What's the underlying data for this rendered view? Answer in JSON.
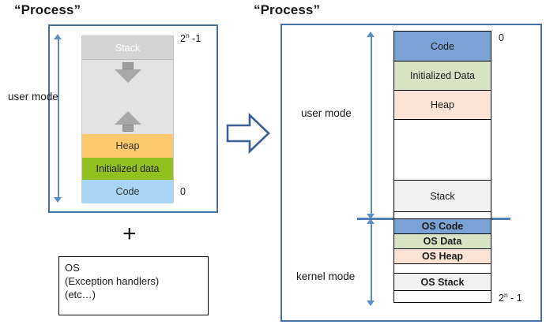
{
  "left": {
    "title": "“Process”",
    "mode_label": "user mode",
    "top_address": "2",
    "top_address_sup": "n",
    "top_address_suffix": " -1",
    "bottom_address": "0",
    "segments": [
      {
        "name": "Stack",
        "label": "Stack",
        "color": "#d4d4d4"
      },
      {
        "name": "gap",
        "label": "",
        "color": "#e3e3e3"
      },
      {
        "name": "Heap",
        "label": "Heap",
        "color": "#fbc86c"
      },
      {
        "name": "Initialized data",
        "label": "Initialized data",
        "color": "#92c01f"
      },
      {
        "name": "Code",
        "label": "Code",
        "color": "#a9d5f5"
      }
    ],
    "growth_arrows": [
      "stack-grows-down",
      "heap-grows-up"
    ]
  },
  "plus_sign": "+",
  "os_box": {
    "line1": "OS",
    "line2": "(Exception handlers)",
    "line3": "(etc…)"
  },
  "transform_arrow": {
    "name": "right-block-arrow",
    "color": "#3c5f95"
  },
  "right": {
    "title": "“Process”",
    "user_mode_label": "user mode",
    "kernel_mode_label": "kernel mode",
    "top_address": "0",
    "bottom_address": "2",
    "bottom_address_sup": "n",
    "bottom_address_suffix": " - 1",
    "segments": [
      {
        "label": "Code",
        "color": "#7ba2d4",
        "bold": false
      },
      {
        "label": "Initialized Data",
        "color": "#d6e4c4",
        "bold": false
      },
      {
        "label": "Heap",
        "color": "#fbe4d5",
        "bold": false
      },
      {
        "label": "",
        "color": "#ffffff",
        "bold": false
      },
      {
        "label": "Stack",
        "color": "#f2f2f2",
        "bold": false
      },
      {
        "label": "",
        "color": "#ffffff",
        "bold": false
      },
      {
        "label": "OS Code",
        "color": "#7ba2d4",
        "bold": true
      },
      {
        "label": "OS Data",
        "color": "#d6e4c4",
        "bold": true
      },
      {
        "label": "OS Heap",
        "color": "#fbe4d5",
        "bold": true
      },
      {
        "label": "",
        "color": "#ffffff",
        "bold": false
      },
      {
        "label": "OS Stack",
        "color": "#f2f2f2",
        "bold": true
      },
      {
        "label": "",
        "color": "#ffffff",
        "bold": false
      }
    ],
    "mode_divider_color": "#4f81bd"
  },
  "colors": {
    "panel_border": "#4472a8",
    "axis_blue": "#5b8ec9",
    "divider_blue": "#4f81bd"
  }
}
